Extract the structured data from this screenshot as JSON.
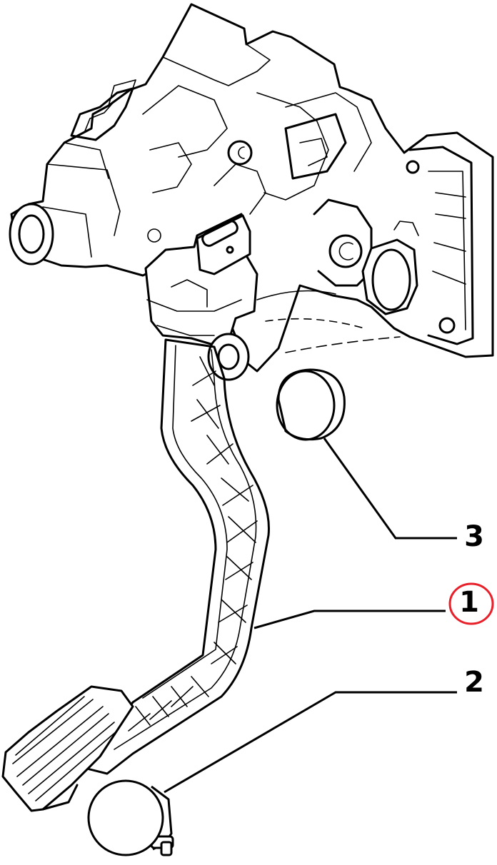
{
  "callouts": {
    "part1": "1",
    "part2": "2",
    "part3": "3"
  },
  "highlight_color": "#e8202a"
}
